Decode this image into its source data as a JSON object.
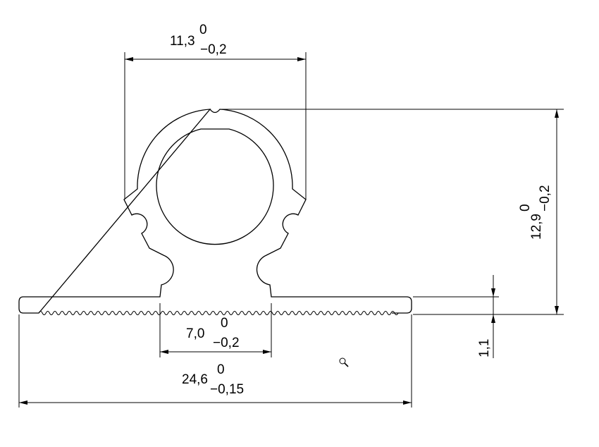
{
  "drawing": {
    "dimensions": {
      "top_width": {
        "value": "11,3",
        "upper_tol": "0",
        "lower_tol": "−0,2"
      },
      "height": {
        "value": "12,9",
        "upper_tol": "0",
        "lower_tol": "−0,2"
      },
      "flange_thickness": {
        "value": "1,1"
      },
      "neck_width": {
        "value": "7,0",
        "upper_tol": "0",
        "lower_tol": "−0,2"
      },
      "total_width": {
        "value": "24,6",
        "upper_tol": "0",
        "lower_tol": "−0,15"
      }
    },
    "cursor_icon": "magnifier-icon"
  }
}
